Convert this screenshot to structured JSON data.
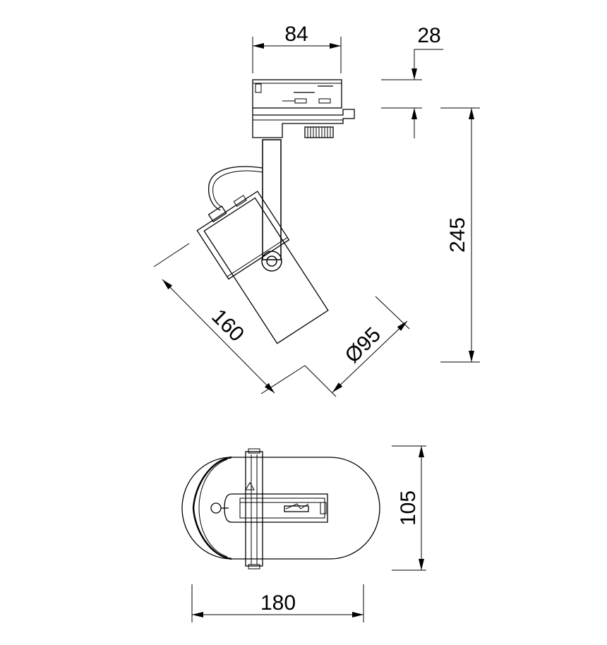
{
  "dimensions": {
    "bracket_width": "84",
    "adapter_height": "28",
    "total_height": "245",
    "body_length": "160",
    "body_diameter": "Ø95",
    "plan_width": "105",
    "plan_length": "180"
  }
}
